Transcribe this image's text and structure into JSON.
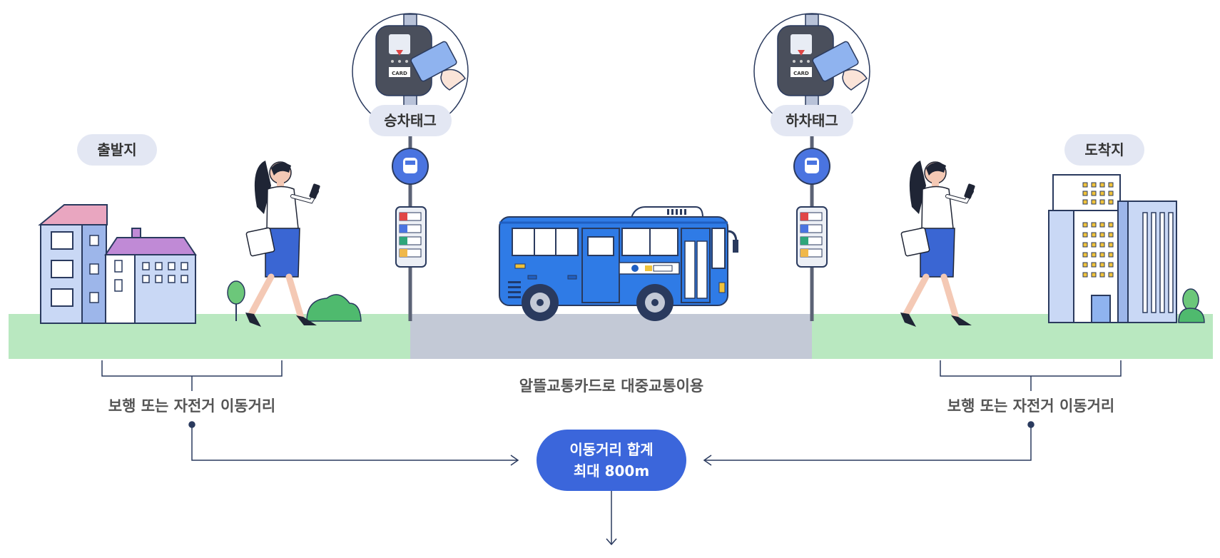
{
  "labels": {
    "origin": "출발지",
    "destination": "도착지",
    "board_tag": "승차태그",
    "alight_tag": "하차태그",
    "walk_left": "보행 또는 자전거 이동거리",
    "walk_right": "보행 또는 자전거 이동거리",
    "transit": "알뜰교통카드로 대중교통이용",
    "total_line1": "이동거리 합계",
    "total_line2": "최대 800m",
    "card_text": "CARD"
  },
  "icons": [
    "bus-stop-icon",
    "card-reader-icon",
    "bus-icon",
    "walking-woman-icon",
    "building-icon",
    "tree-icon",
    "down-arrow-icon"
  ],
  "colors": {
    "ground": "#b9e8c0",
    "road": "#c3c9d6",
    "bus": "#2f7be6",
    "accent": "#3b66db",
    "pill_bg": "#e3e7f3"
  }
}
